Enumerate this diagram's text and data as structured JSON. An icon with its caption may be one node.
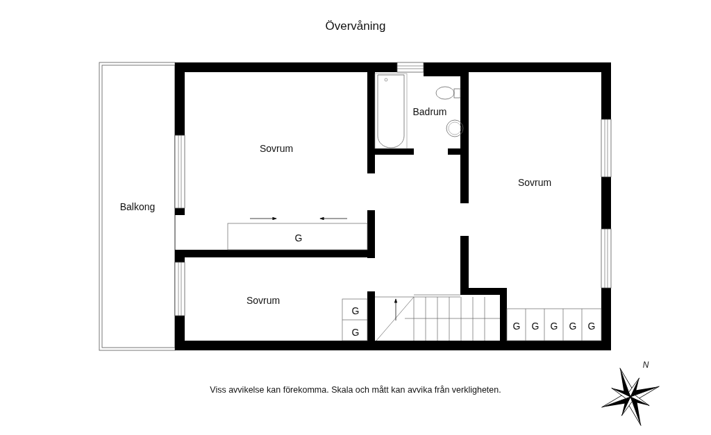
{
  "diagram": {
    "title": "Övervåning",
    "caption": "Viss avvikelse kan förekomma. Skala och mått kan avvika från verkligheten.",
    "labels": [
      "Badrum",
      "Sovrum",
      "Balkong",
      "Sovrum",
      "G",
      "Sovrum",
      "G",
      "G",
      "G",
      "G",
      "G",
      "G",
      "G",
      "N"
    ]
  }
}
